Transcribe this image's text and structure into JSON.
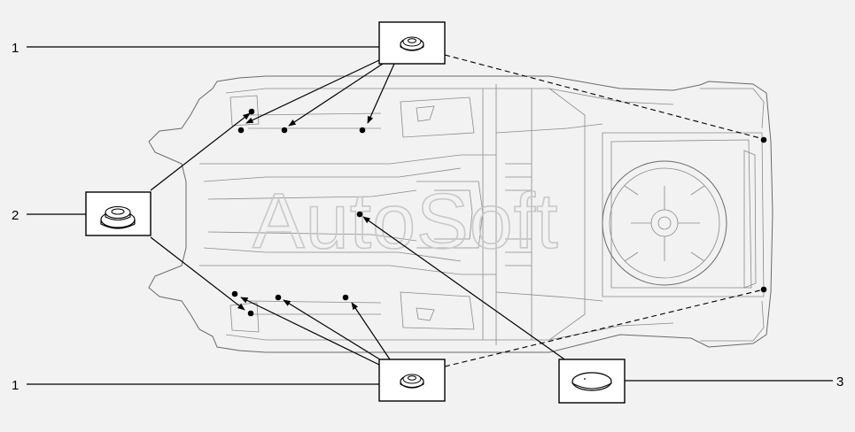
{
  "watermark": "AutoSoft",
  "callouts": [
    {
      "label": "1",
      "part": "grommet-small"
    },
    {
      "label": "2",
      "part": "grommet-large"
    },
    {
      "label": "1",
      "part": "grommet-small"
    },
    {
      "label": "3",
      "part": "plug-cap"
    }
  ]
}
